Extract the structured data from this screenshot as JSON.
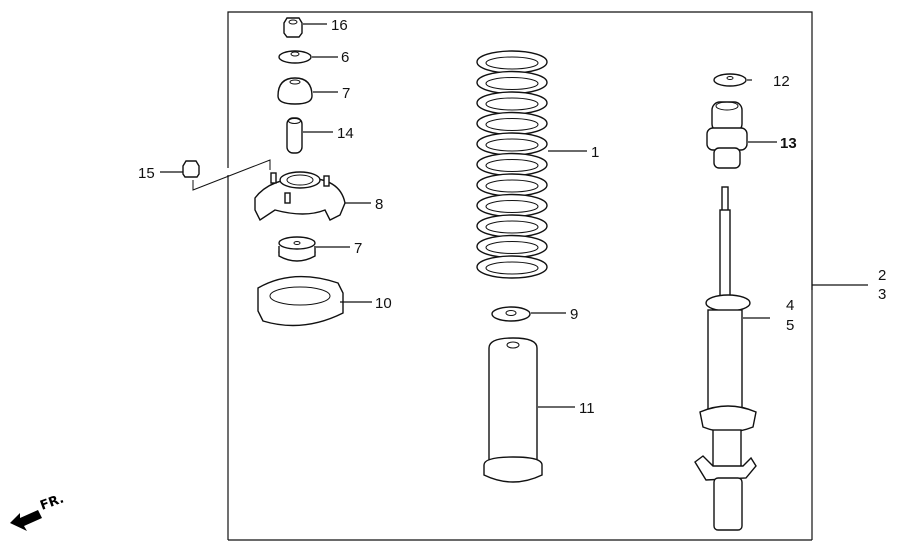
{
  "diagram": {
    "title": "Front Shock Absorber Assembly",
    "direction_indicator": {
      "label": "FR.",
      "icon": "arrow-left-down-icon"
    },
    "callouts": [
      {
        "id": "c16",
        "number": "16",
        "part": "nut"
      },
      {
        "id": "c6",
        "number": "6",
        "part": "washer"
      },
      {
        "id": "c7a",
        "number": "7",
        "part": "bump-stop-cap"
      },
      {
        "id": "c14",
        "number": "14",
        "part": "collar"
      },
      {
        "id": "c15",
        "number": "15",
        "part": "flange-nut"
      },
      {
        "id": "c8",
        "number": "8",
        "part": "mount-base"
      },
      {
        "id": "c7b",
        "number": "7",
        "part": "bushing"
      },
      {
        "id": "c10",
        "number": "10",
        "part": "spring-seat"
      },
      {
        "id": "c1",
        "number": "1",
        "part": "coil-spring"
      },
      {
        "id": "c9",
        "number": "9",
        "part": "spring-washer"
      },
      {
        "id": "c11",
        "number": "11",
        "part": "dust-boot"
      },
      {
        "id": "c12",
        "number": "12",
        "part": "plate"
      },
      {
        "id": "c13",
        "number": "13",
        "part": "bump-stop"
      },
      {
        "id": "c4",
        "number": "4",
        "part": "shock-absorber-left"
      },
      {
        "id": "c5",
        "number": "5",
        "part": "shock-absorber-right"
      },
      {
        "id": "c2",
        "number": "2",
        "part": "assembly-left"
      },
      {
        "id": "c3",
        "number": "3",
        "part": "assembly-right"
      }
    ]
  }
}
